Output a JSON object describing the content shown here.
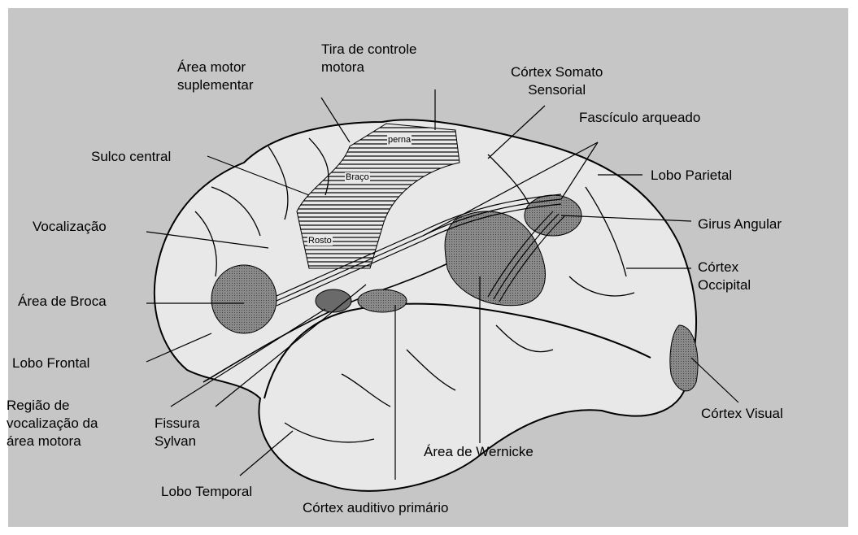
{
  "labels": {
    "area_motor_suplementar": "Área motor\nsuplementar",
    "tira_controle_motora": "Tira de controle\nmotora",
    "cortex_somato_sensorial": "Córtex Somato\nSensorial",
    "fasciculo_arqueado": "Fascículo arqueado",
    "sulco_central": "Sulco central",
    "lobo_parietal": "Lobo Parietal",
    "vocalizacao": "Vocalização",
    "girus_angular": "Girus Angular",
    "cortex_occipital": "Córtex\nOccipital",
    "area_broca": "Área de Broca",
    "lobo_frontal": "Lobo Frontal",
    "regiao_vocalizacao": "Região de\nvocalização da\nárea motora",
    "fissura_sylvan": "Fissura\nSylvan",
    "area_wernicke": "Área de Wernicke",
    "cortex_visual": "Córtex Visual",
    "lobo_temporal": "Lobo Temporal",
    "cortex_auditivo": "Córtex auditivo primário"
  },
  "strip_labels": {
    "perna": "perna",
    "braco": "Braço",
    "rosto": "Rosto"
  },
  "colors": {
    "panel": "#c6c6c6",
    "brain": "#e8e8e8",
    "region_shade": "#7a7a7a",
    "stroke": "#000000"
  }
}
